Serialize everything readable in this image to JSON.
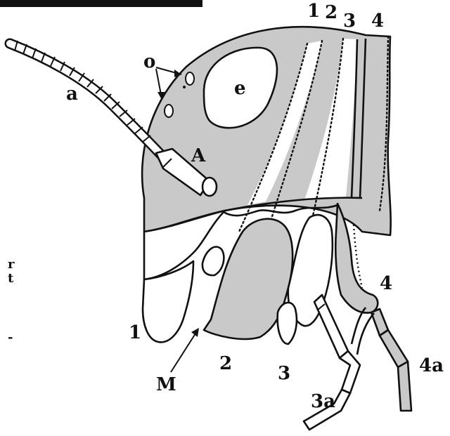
{
  "figure": {
    "colors": {
      "shade": "#c9c9c9",
      "line": "#111111",
      "background": "#ffffff"
    },
    "labels": {
      "antenna": "a",
      "ocelli": "o",
      "eye": "e",
      "antenna_base": "A",
      "mouth": "M",
      "seg_top_1": "1",
      "seg_top_2": "2",
      "seg_top_3": "3",
      "seg_top_4": "4",
      "seg_low_1": "1",
      "seg_low_2": "2",
      "seg_low_3": "3",
      "seg_low_4": "4",
      "palp_3a": "3a",
      "palp_4a": "4a"
    },
    "margin_fragments": [
      "r",
      "t",
      "-"
    ]
  }
}
